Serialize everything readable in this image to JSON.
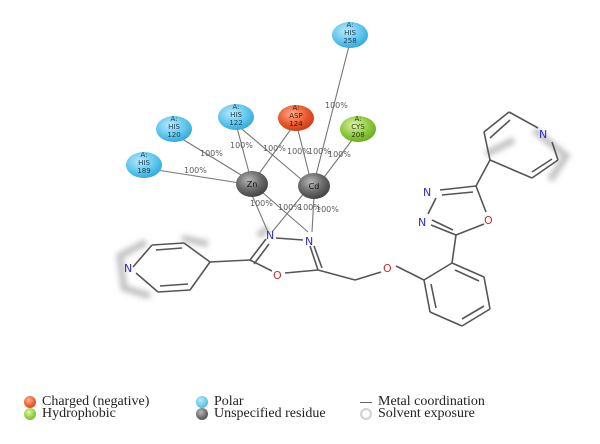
{
  "residues": [
    {
      "id": "his258",
      "chain": "A:",
      "name": "HIS",
      "num": "258",
      "type": "polar"
    },
    {
      "id": "his122",
      "chain": "A:",
      "name": "HIS",
      "num": "122",
      "type": "polar"
    },
    {
      "id": "asp124",
      "chain": "A:",
      "name": "ASP",
      "num": "124",
      "type": "charged"
    },
    {
      "id": "his120",
      "chain": "A:",
      "name": "HIS",
      "num": "120",
      "type": "polar"
    },
    {
      "id": "cys208",
      "chain": "A:",
      "name": "CYS",
      "num": "208",
      "type": "hydrophobic"
    },
    {
      "id": "his189",
      "chain": "A:",
      "name": "HIS",
      "num": "189",
      "type": "polar"
    }
  ],
  "metals": [
    {
      "id": "zn",
      "label": "Zn"
    },
    {
      "id": "cd",
      "label": "Cd"
    }
  ],
  "bond_labels": [
    "100%",
    "100%",
    "100%",
    "100%",
    "100%",
    "100%",
    "100%",
    "100%",
    "100%",
    "100%",
    "100%",
    "100%"
  ],
  "atoms": {
    "n_left": "N",
    "n_ox1": "N",
    "n_ox2": "N",
    "o_ox": "O",
    "o_ether": "O",
    "n_ox3": "N",
    "n_ox4": "N",
    "o_ox2": "O",
    "n_right": "N"
  },
  "colors": {
    "polar": "#5fc6ec",
    "charged": "#e8562a",
    "hydrophobic": "#8cc83a",
    "unspecified": "#5a5a5a",
    "bond": "#555555",
    "coordination": "#777777",
    "nitrogen": "#2b2bcc",
    "oxygen": "#cc2a2a"
  },
  "legend": {
    "charged": "Charged (negative)",
    "hydrophobic": "Hydrophobic",
    "polar": "Polar",
    "unspecified": "Unspecified residue",
    "metal": "Metal coordination",
    "solvent": "Solvent exposure"
  }
}
